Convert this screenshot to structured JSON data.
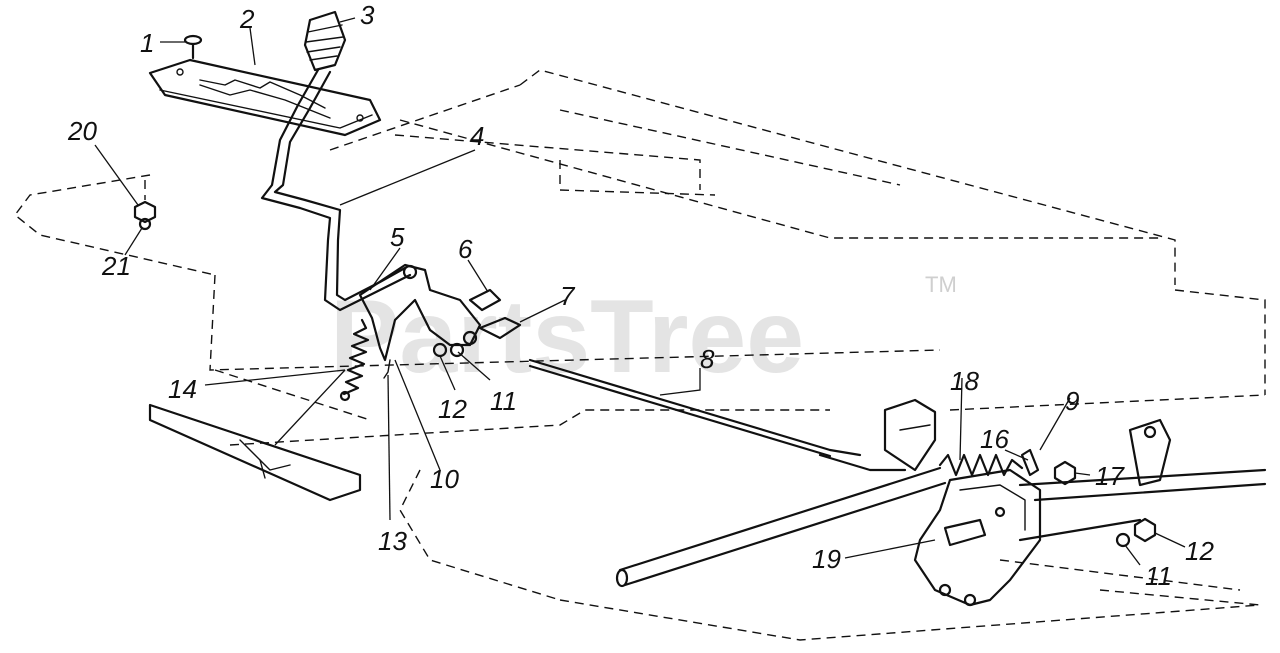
{
  "watermark": {
    "text": "PartsTree",
    "tm": "TM"
  },
  "callouts": {
    "c1": "1",
    "c2": "2",
    "c3": "3",
    "c4": "4",
    "c5": "5",
    "c6": "6",
    "c7": "7",
    "c8": "8",
    "c9": "9",
    "c10": "10",
    "c11a": "11",
    "c11b": "11",
    "c12a": "12",
    "c12b": "12",
    "c13": "13",
    "c14": "14",
    "c16": "16",
    "c17": "17",
    "c18": "18",
    "c19": "19",
    "c20": "20",
    "c21": "21"
  }
}
